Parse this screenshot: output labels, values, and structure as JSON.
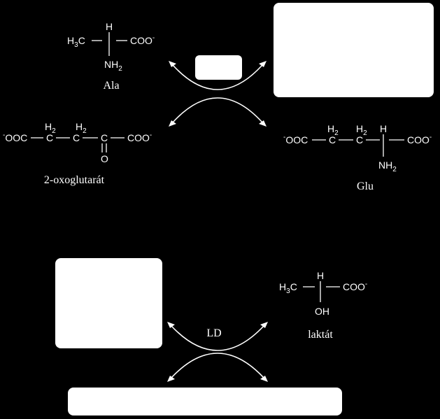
{
  "reaction1": {
    "alanine": {
      "methyl": "H",
      "methyl_sub": "3",
      "methyl_tail": "C",
      "alpha_h": "H",
      "carboxylate": "COO",
      "charge": "-",
      "amino": "NH",
      "amino_sub": "2",
      "name": "Ala"
    },
    "oxoglutarate": {
      "left_charge": "-",
      "left_group": "OOC",
      "c": "C",
      "ch2": "H",
      "ch2_sub": "2",
      "right_group": "COO",
      "right_charge": "-",
      "oxo": "O",
      "name": "2-oxoglutarát"
    },
    "glutamate": {
      "left_charge": "-",
      "left_group": "OOC",
      "c": "C",
      "ch2": "H",
      "ch2_sub": "2",
      "alpha_h": "H",
      "right_group": "COO",
      "right_charge": "-",
      "amino": "NH",
      "amino_sub": "2",
      "name": "Glu"
    }
  },
  "reaction2": {
    "enzyme": "LD",
    "lactate": {
      "methyl": "H",
      "methyl_sub": "3",
      "methyl_tail": "C",
      "alpha_h": "H",
      "carboxylate": "COO",
      "charge": "-",
      "hydroxyl": "OH",
      "name": "laktát"
    }
  },
  "colors": {
    "background": "#000000",
    "foreground": "#ffffff"
  }
}
